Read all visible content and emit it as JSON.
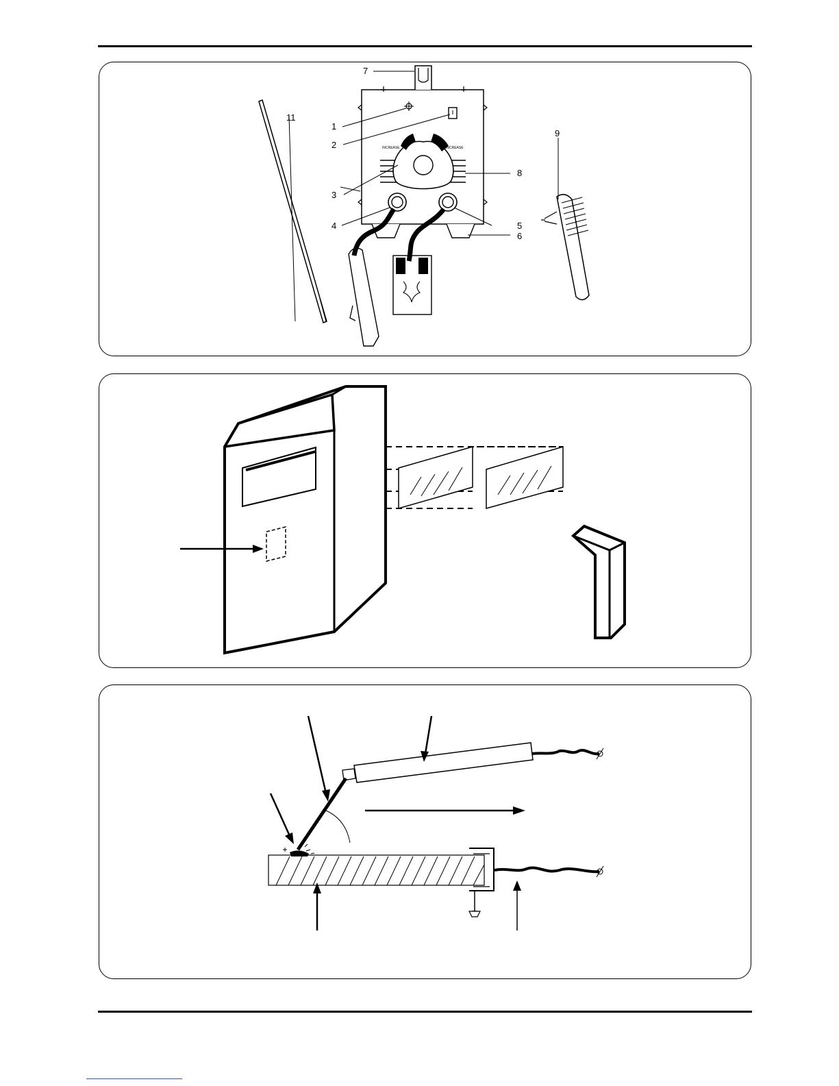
{
  "figure1": {
    "callouts": [
      "1",
      "2",
      "3",
      "4",
      "5",
      "6",
      "7",
      "8",
      "9",
      "11"
    ],
    "knob_label_left": "INCREASE",
    "knob_label_right": "INCREASE"
  },
  "colors": {
    "ink": "#000000",
    "footnote_rule": "#2a5db0"
  }
}
